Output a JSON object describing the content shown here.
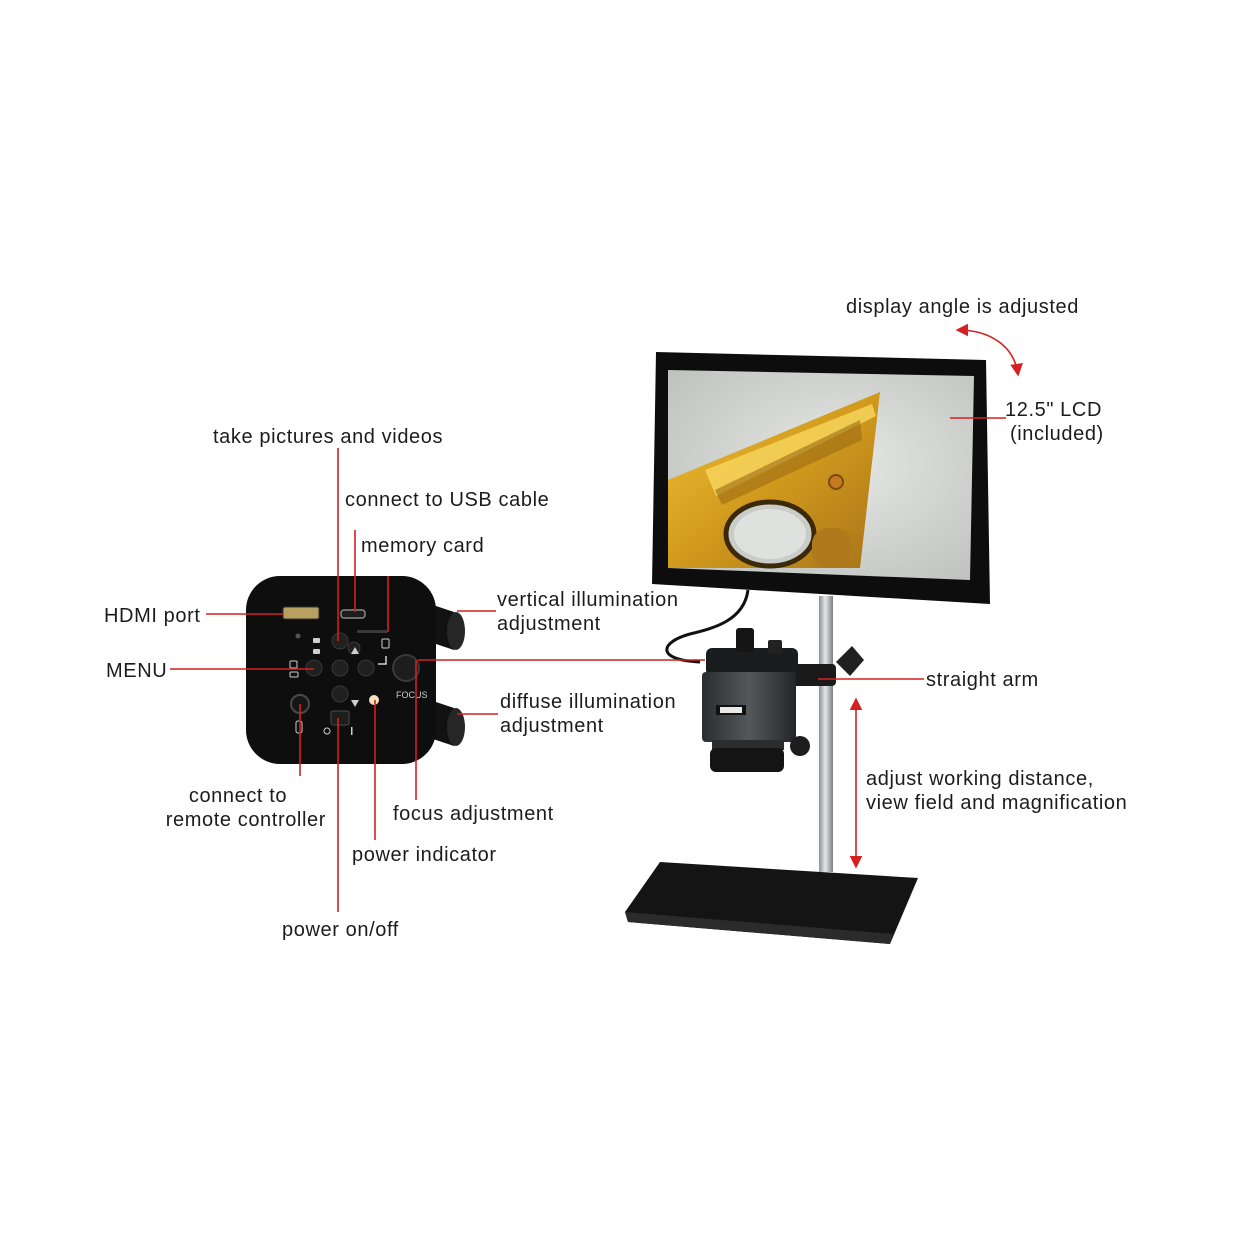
{
  "labels": {
    "take_pictures": "take pictures and videos",
    "usb": "connect to USB cable",
    "memory_card": "memory card",
    "hdmi": "HDMI port",
    "menu": "MENU",
    "vertical_illum_1": "vertical  illumination",
    "vertical_illum_2": "adjustment",
    "diffuse_illum_1": "diffuse illumination",
    "diffuse_illum_2": "adjustment",
    "remote_1": "connect to",
    "remote_2": "remote controller",
    "focus": "focus adjustment",
    "power_indicator": "power indicator",
    "power_onoff": "power on/off",
    "display_angle": "display angle is adjusted",
    "lcd_1": "12.5\" LCD",
    "lcd_2": "(included)",
    "straight_arm": "straight arm",
    "working_1": "adjust working distance,",
    "working_2": "view field and magnification"
  },
  "device_markings": {
    "focus_text": "FOCUS"
  },
  "colors": {
    "leader_line": "#d42020",
    "device_body": "#111111",
    "stand": "#161616",
    "pole": "#b9bcbf",
    "specimen_gold": "#d9a520",
    "screen_background": "#d4d6d3"
  }
}
